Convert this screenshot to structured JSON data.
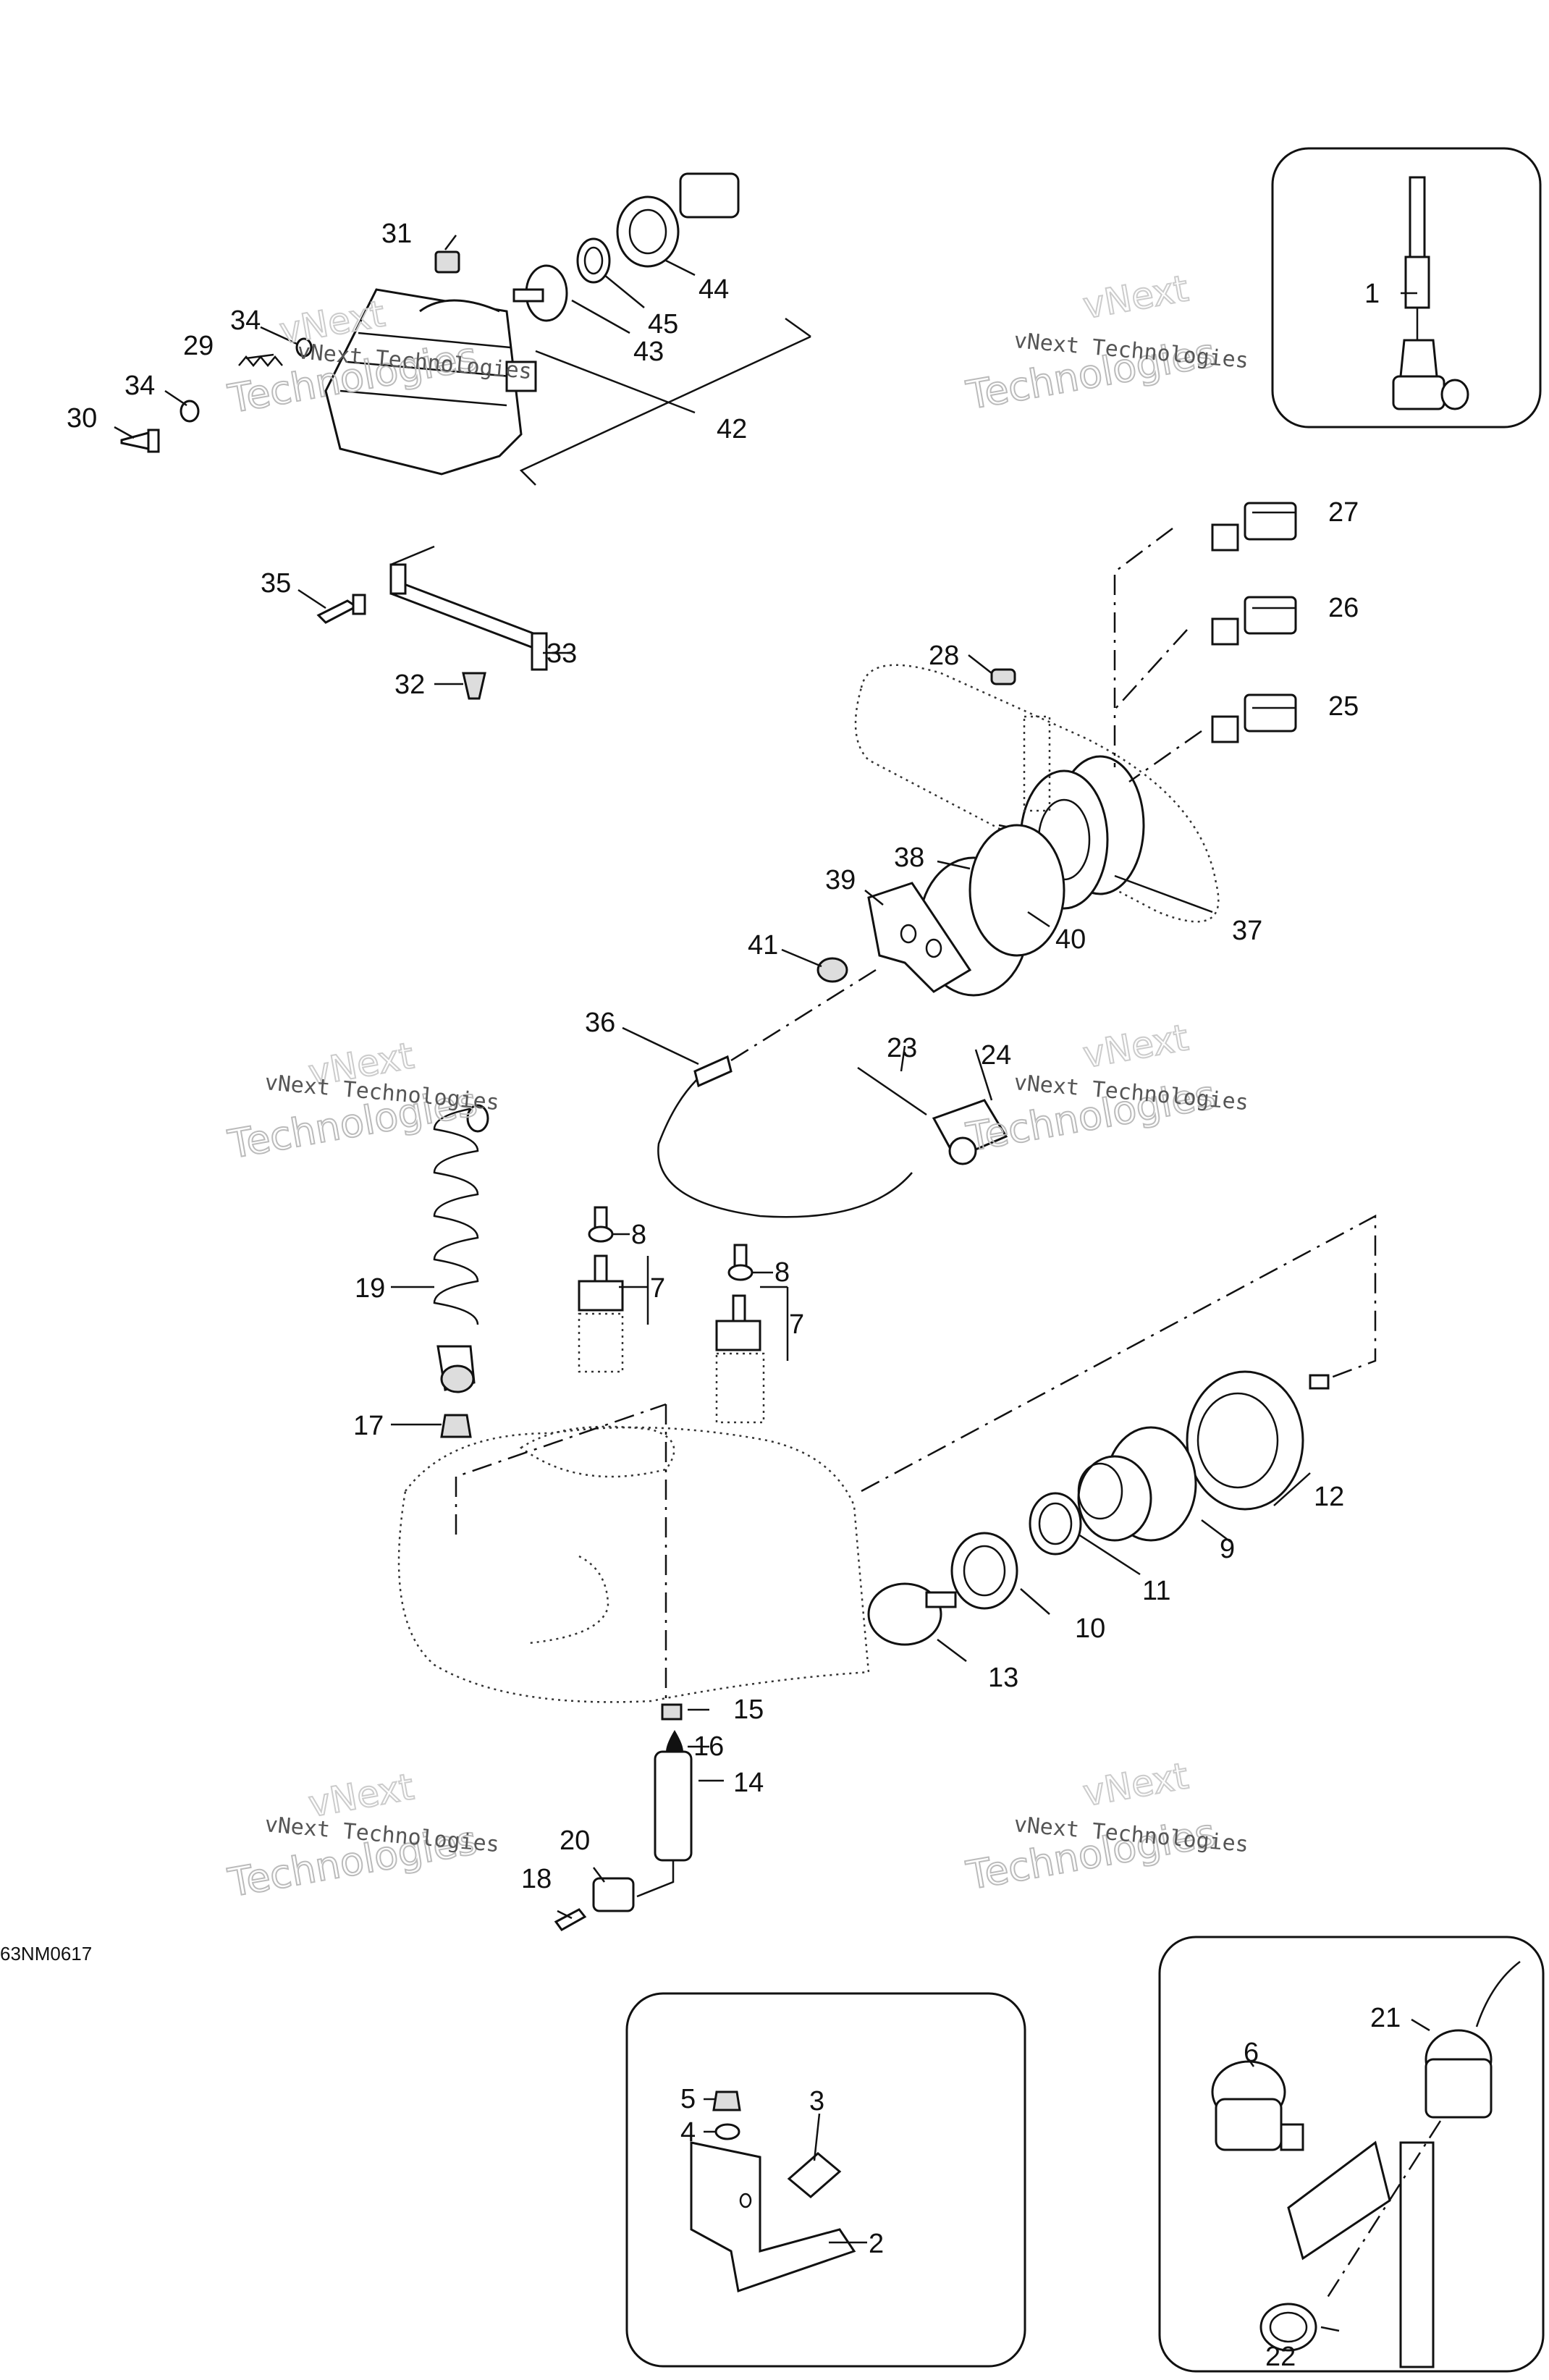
{
  "diagram_code": "63NM0617",
  "watermark": {
    "line1": "vNext Technologies",
    "line2": "vNext",
    "line3": "Technologies"
  },
  "callouts": [
    "1",
    "2",
    "3",
    "4",
    "5",
    "6",
    "7",
    "7",
    "8",
    "8",
    "9",
    "10",
    "11",
    "12",
    "13",
    "14",
    "15",
    "16",
    "17",
    "18",
    "19",
    "20",
    "21",
    "22",
    "23",
    "24",
    "25",
    "26",
    "27",
    "28",
    "29",
    "30",
    "31",
    "32",
    "33",
    "34",
    "34",
    "35",
    "36",
    "37",
    "38",
    "39",
    "40",
    "41",
    "42",
    "43",
    "44",
    "45"
  ]
}
